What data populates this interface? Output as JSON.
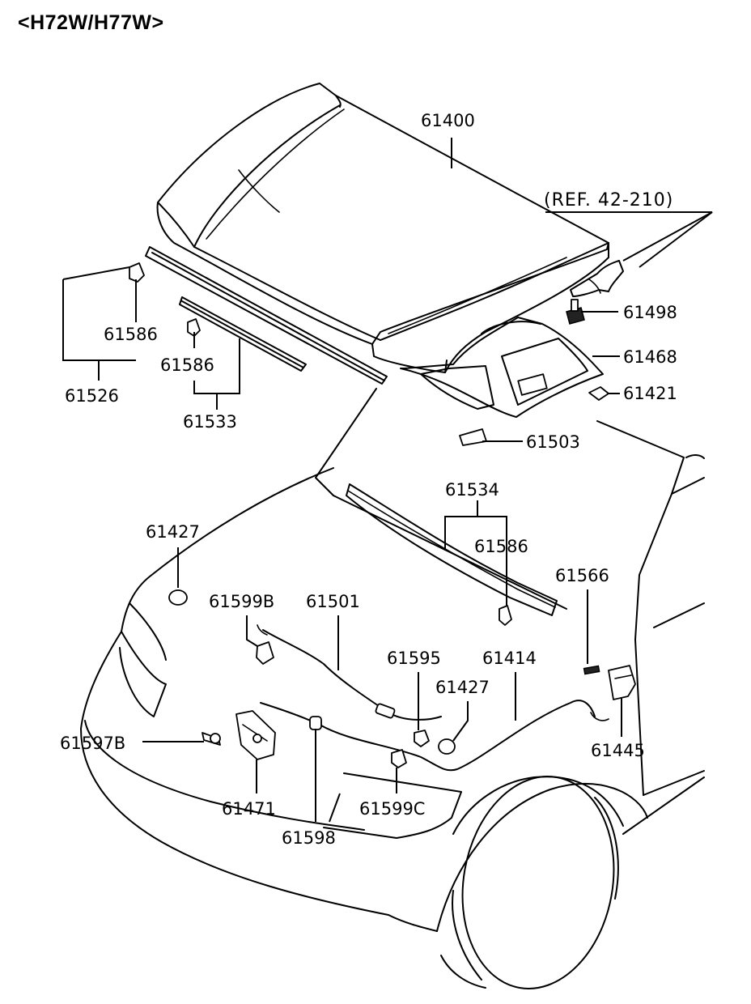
{
  "header": {
    "model_codes": "<H72W/H77W>"
  },
  "labels": {
    "p61400": "61400",
    "ref": "(REF. 42-210)",
    "p61498": "61498",
    "p61468": "61468",
    "p61421": "61421",
    "p61503": "61503",
    "p61586_a": "61586",
    "p61586_b": "61586",
    "p61526": "61526",
    "p61533": "61533",
    "p61534": "61534",
    "p61586_c": "61586",
    "p61427_a": "61427",
    "p61566": "61566",
    "p61599B": "61599B",
    "p61501": "61501",
    "p61595": "61595",
    "p61414": "61414",
    "p61427_b": "61427",
    "p61597B": "61597B",
    "p61445": "61445",
    "p61471": "61471",
    "p61599C": "61599C",
    "p61598": "61598"
  }
}
